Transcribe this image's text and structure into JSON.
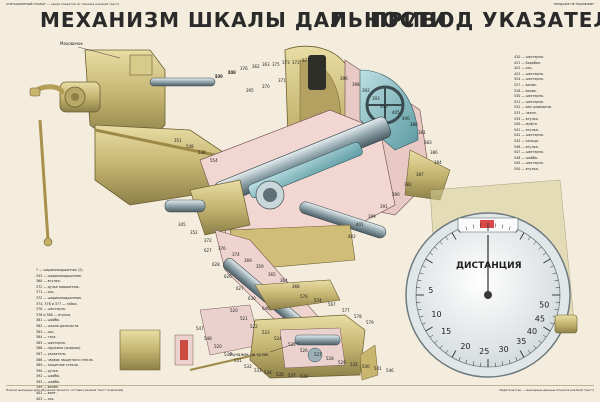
{
  "header": {
    "publisher": "АГИТАЦИОННЫЙ ПЛАКАТ — серия плакатов по технике (мелкий текст)",
    "stamp": "ПРОДАЖЕ НЕ ПОДЛЕЖИТ"
  },
  "title": {
    "left": "МЕХАНИЗМ ШКАЛЫ ДАЛЬНОСТИ",
    "conj": "И",
    "right": "ПРИВОД УКАЗАТЕЛЯ"
  },
  "diagram": {
    "callout": "Маховичок",
    "handle_label": "Рычажок на кулак",
    "dial_word": "ДИСТАНЦИЯ",
    "part_labels": [
      "409",
      "408",
      "376",
      "362",
      "363",
      "375",
      "373",
      "372",
      "377",
      "371",
      "370",
      "395",
      "396",
      "398",
      "392",
      "393",
      "406",
      "405",
      "400",
      "380",
      "381",
      "383",
      "386",
      "384",
      "387",
      "382",
      "390",
      "391",
      "399",
      "401",
      "402",
      "351",
      "548",
      "536",
      "554",
      "345",
      "352",
      "372",
      "376",
      "374",
      "369",
      "359",
      "365",
      "364",
      "368",
      "627",
      "628",
      "626",
      "627",
      "630",
      "640",
      "576",
      "574",
      "567",
      "577",
      "578",
      "579",
      "520",
      "521",
      "522",
      "523",
      "524",
      "525",
      "526",
      "527",
      "528",
      "529",
      "532",
      "540",
      "541",
      "546",
      "547",
      "548",
      "520",
      "530",
      "531",
      "532",
      "533",
      "534",
      "535",
      "537",
      "538",
      "539",
      "540"
    ],
    "dial_numbers": [
      "10",
      "15",
      "20",
      "25",
      "30",
      "35",
      "40",
      "45",
      "50",
      "5"
    ]
  },
  "legend_right": [
    "420 — шестерня.",
    "421 — барабан.",
    "422 — ось.",
    "422 — шестерня.",
    "524 — шестерня.",
    "527 — валик.",
    "528 — валик.",
    "530 — шестерня.",
    "531 — шестерня.",
    "532 — вал шпиндели.",
    "533 — чехол.",
    "534 — втулка.",
    "540 — муфта.",
    "541 — втулка.",
    "542 — шестерня.",
    "543 — кольцо.",
    "546 — втулка.",
    "547 — шестерня.",
    "548 — шайба.",
    "549 — шестерня.",
    "550 — втулка."
  ],
  "legend_left": [
    "7 — шарикоподшипник (2).",
    "343 — шарикоподшипник.",
    "360 — втулка.",
    "372 — ручка подшипник.",
    "371 — ось.",
    "372 — шарикоподшипник.",
    "374, 376 и 377 — гайка.",
    "378 — шестерня.",
    "378 и 380 — втулка.",
    "381 — шайба.",
    "382 — шкала дальности.",
    "383 — ось.",
    "384 — тяга.",
    "385 — шестерня.",
    "386 — пружина (жидкая).",
    "387 — указатель.",
    "388 — червяк защитного стекла.",
    "389 — защитное стекло.",
    "390 — ручка.",
    "392 — шайба.",
    "393 — шайба.",
    "399 — валик.",
    "402 — винт.",
    "403 — ось."
  ],
  "footer": {
    "left": "Плакат выпущен для обучения личного состава (мелкий текст подписей)",
    "right": "Издательство — выходные данные плаката (мелкий текст)"
  }
}
